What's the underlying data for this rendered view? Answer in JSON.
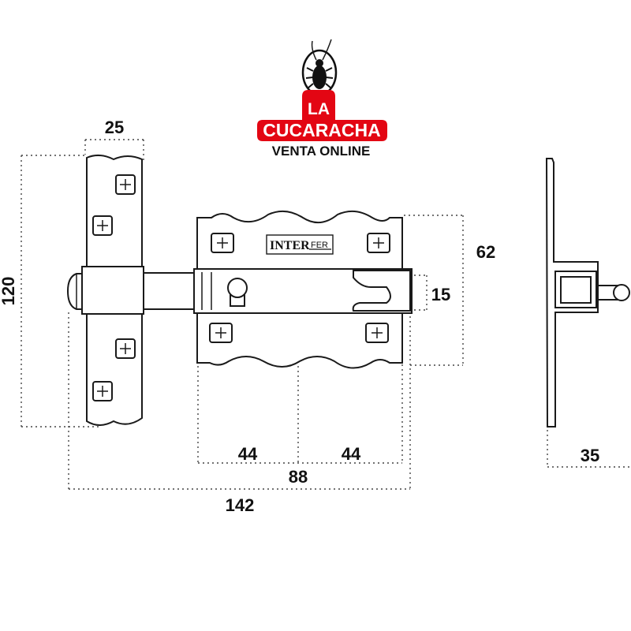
{
  "logo": {
    "line1": "LA",
    "line2": "CUCARACHA",
    "line3": "VENTA ONLINE",
    "mascot_icon": "cockroach-icon",
    "accent_color": "#e30613"
  },
  "plate_brand": {
    "part1": "INTER",
    "part2": "FER"
  },
  "dimensions": {
    "handle_width": "25",
    "handle_height": "120",
    "housing_height": "62",
    "bolt_height": "15",
    "half_left": "44",
    "half_right": "44",
    "housing_length": "88",
    "total_length": "142",
    "side_depth": "35"
  },
  "colors": {
    "ink": "#1a1a1a",
    "dash": "#444444",
    "background": "#ffffff"
  }
}
